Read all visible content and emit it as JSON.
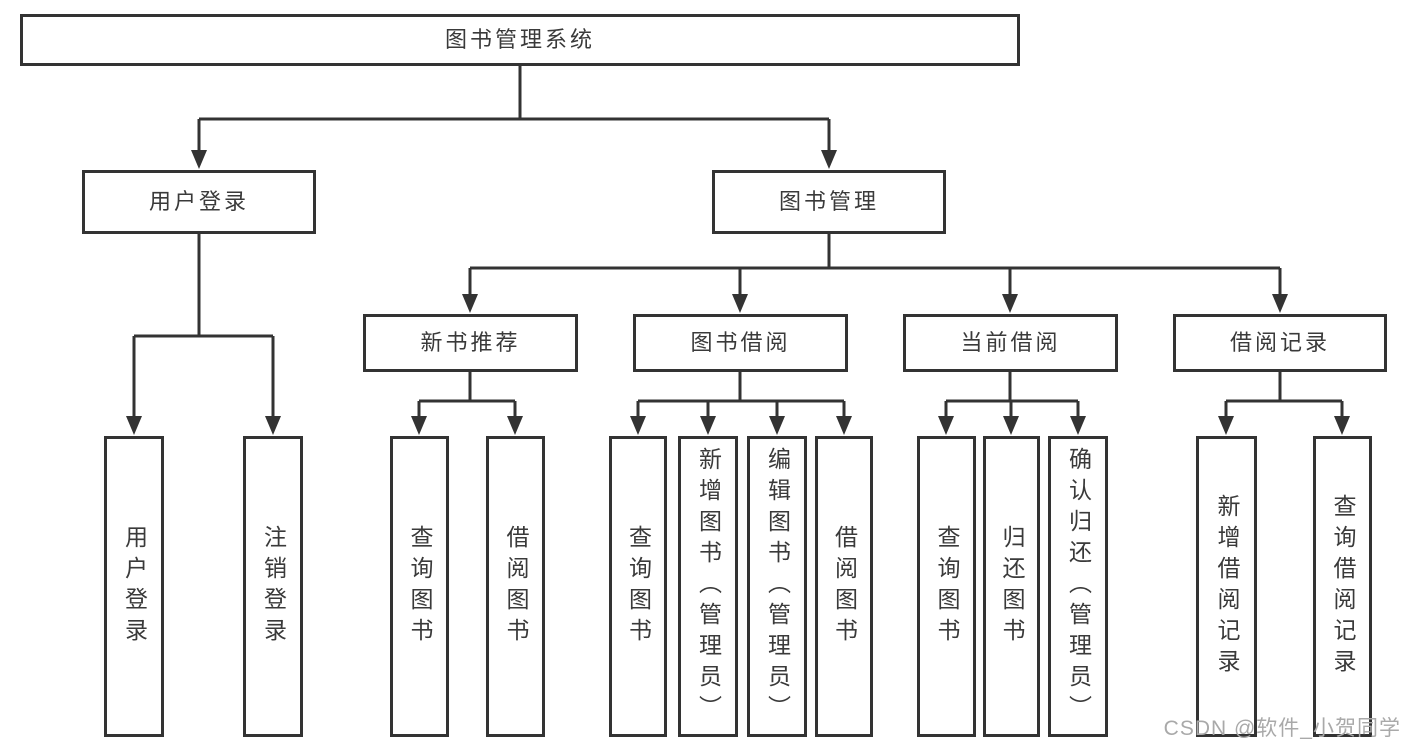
{
  "colors": {
    "line": "#333333",
    "text": "#3a3a3a",
    "watermark": "#a9a9a9",
    "background": "#ffffff"
  },
  "watermark": {
    "text": "CSDN @软件_小贺同学"
  },
  "diagram": {
    "type": "tree",
    "root": {
      "label": "图书管理系统"
    },
    "branches": [
      {
        "label": "用户登录",
        "children": [
          {
            "label": "用户登录"
          },
          {
            "label": "注销登录"
          }
        ]
      },
      {
        "label": "图书管理",
        "children": [
          {
            "label": "新书推荐",
            "children": [
              {
                "label": "查询图书"
              },
              {
                "label": "借阅图书"
              }
            ]
          },
          {
            "label": "图书借阅",
            "children": [
              {
                "label": "查询图书"
              },
              {
                "label": "新增图书（管理员）"
              },
              {
                "label": "编辑图书（管理员）"
              },
              {
                "label": "借阅图书"
              }
            ]
          },
          {
            "label": "当前借阅",
            "children": [
              {
                "label": "查询图书"
              },
              {
                "label": "归还图书"
              },
              {
                "label": "确认归还（管理员）"
              }
            ]
          },
          {
            "label": "借阅记录",
            "children": [
              {
                "label": "新增借阅记录"
              },
              {
                "label": "查询借阅记录"
              }
            ]
          }
        ]
      }
    ]
  }
}
